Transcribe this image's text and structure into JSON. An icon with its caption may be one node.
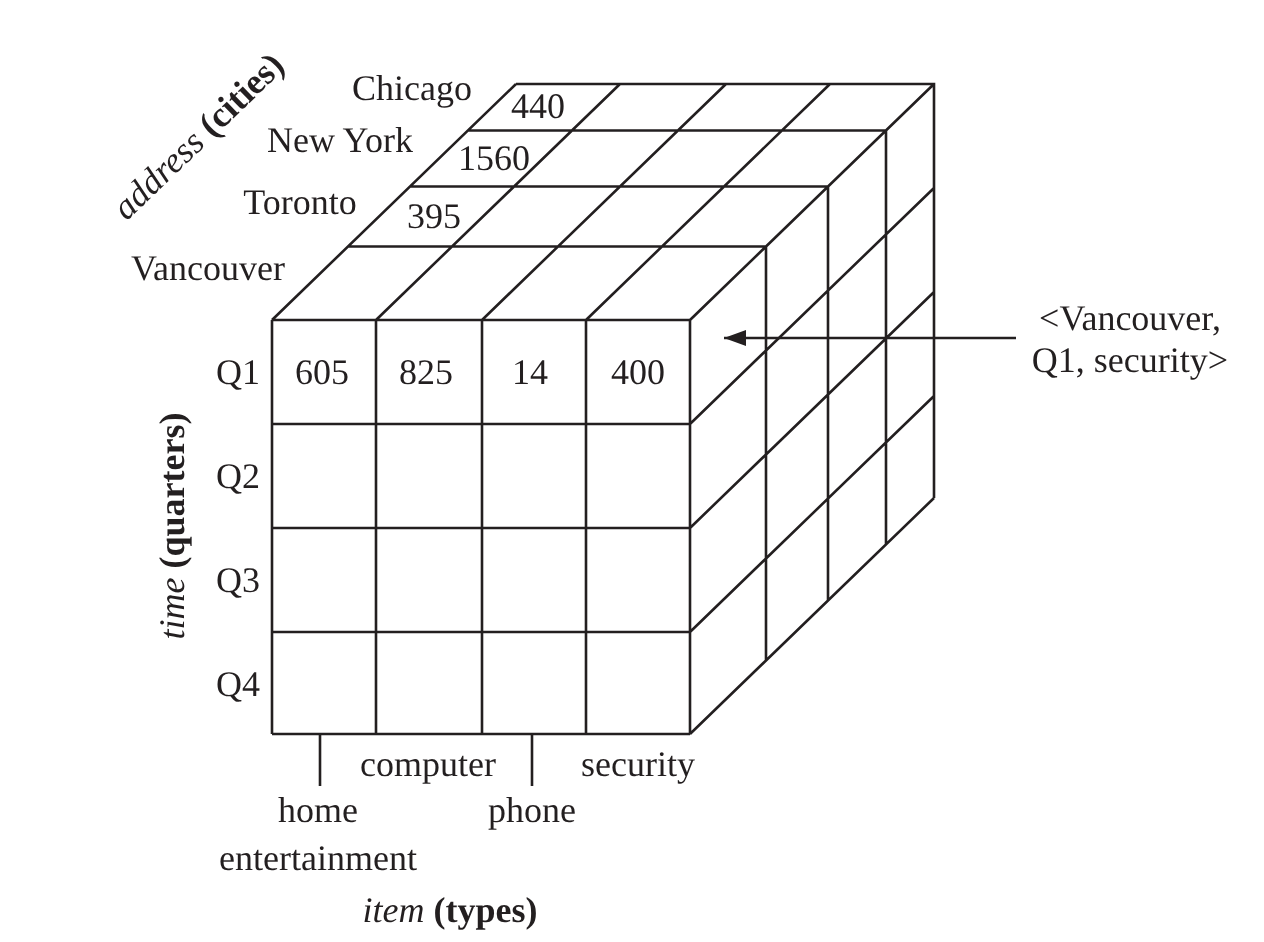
{
  "diagram": {
    "nodes": [
      {
        "text": [
          "<Vancouver, Q1, security>"
        ]
      },
      {
        "text": [
          "home entertainment"
        ]
      },
      {
        "text": [
          "phone"
        ]
      }
    ],
    "edges": [
      {
        "from": 0,
        "to": null,
        "arrow": "to"
      },
      {
        "from": 1,
        "to": null,
        "arrow": "none"
      },
      {
        "from": 2,
        "to": null,
        "arrow": "none"
      }
    ],
    "labels": [
      "*address* **(cities)**",
      "Chicago",
      "440",
      "New York",
      "1560",
      "Toronto",
      "395",
      "Vancouver",
      "*time* **(quarters)**",
      "Q1",
      "605",
      "825",
      "14",
      "400",
      "Q2",
      "Q3",
      "Q4",
      "computer",
      "security",
      "*item* **(types)**"
    ]
  }
}
